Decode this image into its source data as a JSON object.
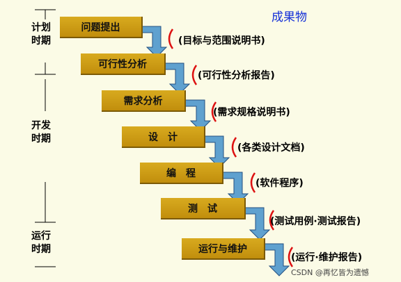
{
  "header": {
    "outputs_label": "成果物"
  },
  "phases": [
    {
      "line1": "计划",
      "line2": "时期"
    },
    {
      "line1": "开发",
      "line2": "时期"
    },
    {
      "line1": "运行",
      "line2": "时期"
    }
  ],
  "steps": [
    {
      "label": "问题提出",
      "output": "(目标与范围说明书)"
    },
    {
      "label": "可行性分析",
      "output": "(可行性分析报告)"
    },
    {
      "label": "需求分析",
      "output": "(需求规格说明书)"
    },
    {
      "label": "设　计",
      "output": "(各类设计文档)"
    },
    {
      "label": "编　程",
      "output": "(软件程序)"
    },
    {
      "label": "测　试",
      "output": "(测试用例·测试报告)"
    },
    {
      "label": "运行与维护",
      "output": "(运行·维护报告)"
    }
  ],
  "colors": {
    "step": "#d4a21a",
    "arrow": "#5fa1cf",
    "outputs_label": "#1530d8",
    "background": "#fbfbe6"
  },
  "watermark": "CSDN @再忆皆为遗憾"
}
